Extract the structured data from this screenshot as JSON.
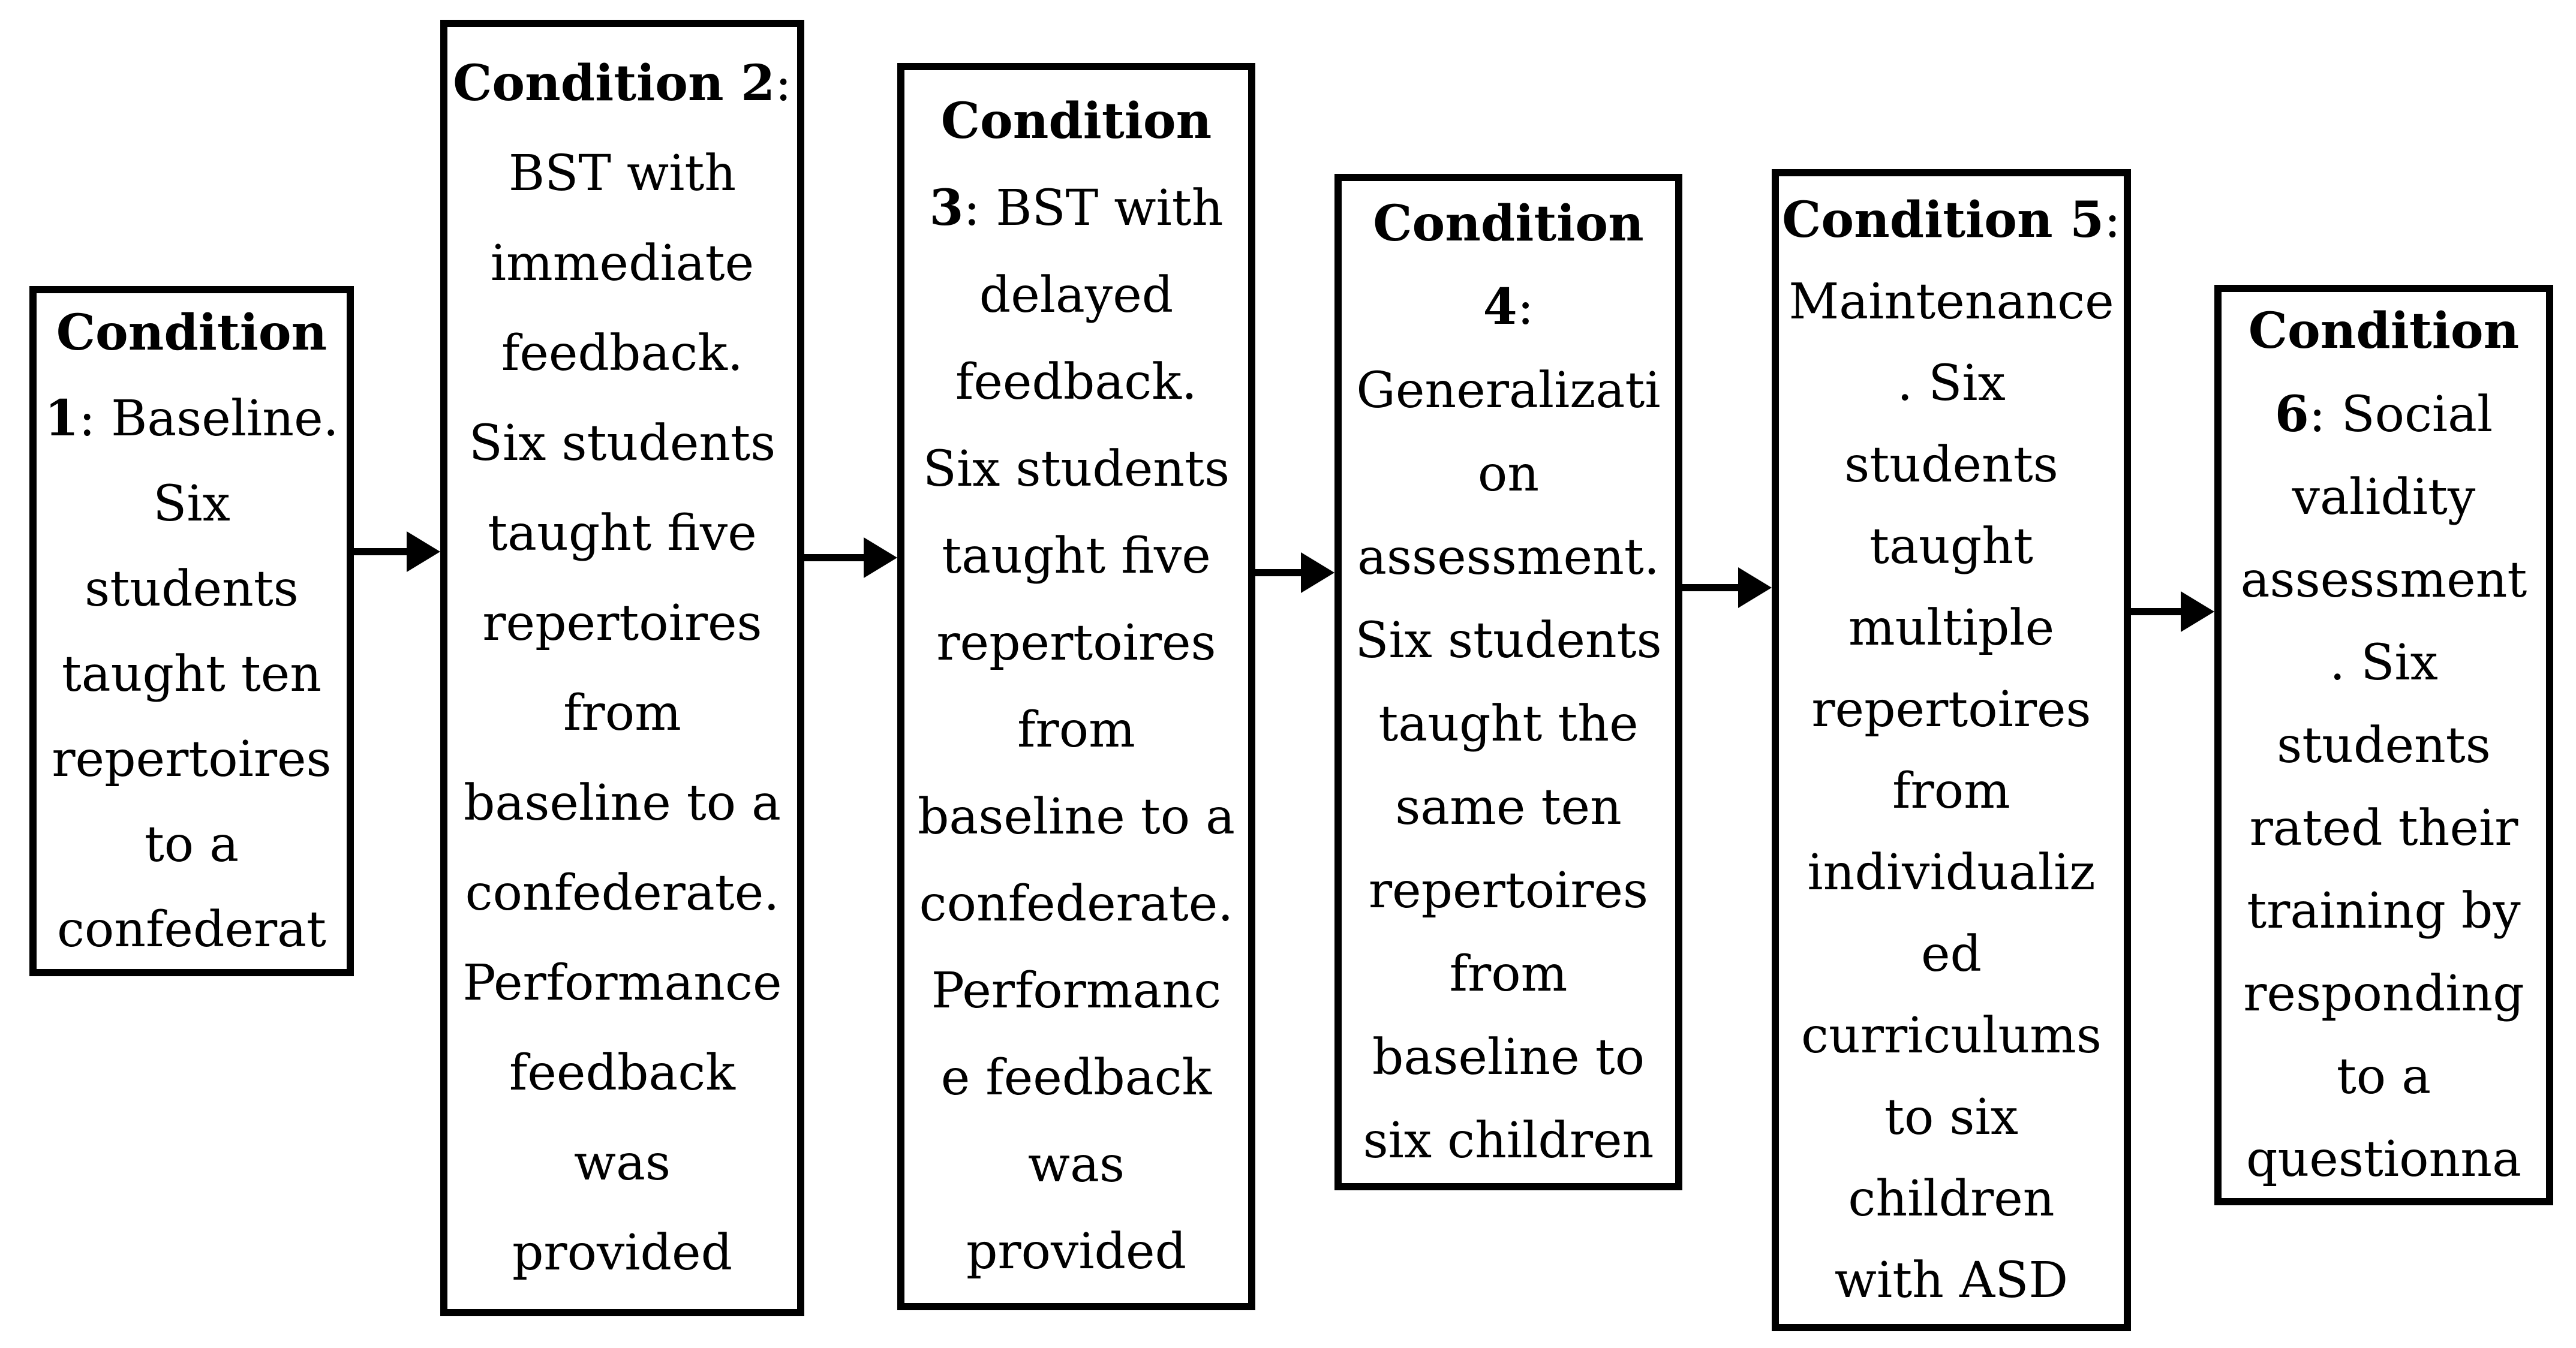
{
  "colors": {
    "background": "#ffffff",
    "text": "#000000",
    "line": "#000000"
  },
  "diagram": {
    "type": "flowchart",
    "direction": "left-to-right",
    "arrow_count": 5,
    "boxes": [
      {
        "id": "condition-1",
        "lines": [
          [
            {
              "bold": true,
              "text": "Condition"
            }
          ],
          [
            {
              "bold": true,
              "text": "1"
            },
            {
              "bold": false,
              "text": ": Baseline."
            }
          ],
          [
            {
              "bold": false,
              "text": "Six"
            }
          ],
          [
            {
              "bold": false,
              "text": "students"
            }
          ],
          [
            {
              "bold": false,
              "text": "taught ten"
            }
          ],
          [
            {
              "bold": false,
              "text": "repertoires"
            }
          ],
          [
            {
              "bold": false,
              "text": "to a"
            }
          ],
          [
            {
              "bold": false,
              "text": "confederat"
            }
          ]
        ]
      },
      {
        "id": "condition-2",
        "lines": [
          [
            {
              "bold": true,
              "text": "Condition 2"
            },
            {
              "bold": false,
              "text": ":"
            }
          ],
          [
            {
              "bold": false,
              "text": "BST with"
            }
          ],
          [
            {
              "bold": false,
              "text": "immediate"
            }
          ],
          [
            {
              "bold": false,
              "text": "feedback."
            }
          ],
          [
            {
              "bold": false,
              "text": "Six students"
            }
          ],
          [
            {
              "bold": false,
              "text": "taught five"
            }
          ],
          [
            {
              "bold": false,
              "text": "repertoires"
            }
          ],
          [
            {
              "bold": false,
              "text": "from"
            }
          ],
          [
            {
              "bold": false,
              "text": "baseline to a"
            }
          ],
          [
            {
              "bold": false,
              "text": "confederate."
            }
          ],
          [
            {
              "bold": false,
              "text": "Performance"
            }
          ],
          [
            {
              "bold": false,
              "text": "feedback"
            }
          ],
          [
            {
              "bold": false,
              "text": "was"
            }
          ],
          [
            {
              "bold": false,
              "text": "provided"
            }
          ]
        ]
      },
      {
        "id": "condition-3",
        "lines": [
          [
            {
              "bold": true,
              "text": "Condition"
            }
          ],
          [
            {
              "bold": true,
              "text": "3"
            },
            {
              "bold": false,
              "text": ": BST with"
            }
          ],
          [
            {
              "bold": false,
              "text": "delayed"
            }
          ],
          [
            {
              "bold": false,
              "text": "feedback."
            }
          ],
          [
            {
              "bold": false,
              "text": "Six students"
            }
          ],
          [
            {
              "bold": false,
              "text": "taught five"
            }
          ],
          [
            {
              "bold": false,
              "text": "repertoires"
            }
          ],
          [
            {
              "bold": false,
              "text": "from"
            }
          ],
          [
            {
              "bold": false,
              "text": "baseline to a"
            }
          ],
          [
            {
              "bold": false,
              "text": "confederate."
            }
          ],
          [
            {
              "bold": false,
              "text": "Performanc"
            }
          ],
          [
            {
              "bold": false,
              "text": "e feedback"
            }
          ],
          [
            {
              "bold": false,
              "text": "was"
            }
          ],
          [
            {
              "bold": false,
              "text": "provided"
            }
          ]
        ]
      },
      {
        "id": "condition-4",
        "lines": [
          [
            {
              "bold": true,
              "text": "Condition"
            }
          ],
          [
            {
              "bold": true,
              "text": "4"
            },
            {
              "bold": false,
              "text": ":"
            }
          ],
          [
            {
              "bold": false,
              "text": "Generalizati"
            }
          ],
          [
            {
              "bold": false,
              "text": "on"
            }
          ],
          [
            {
              "bold": false,
              "text": "assessment."
            }
          ],
          [
            {
              "bold": false,
              "text": "Six students"
            }
          ],
          [
            {
              "bold": false,
              "text": "taught the"
            }
          ],
          [
            {
              "bold": false,
              "text": "same ten"
            }
          ],
          [
            {
              "bold": false,
              "text": "repertoires"
            }
          ],
          [
            {
              "bold": false,
              "text": "from"
            }
          ],
          [
            {
              "bold": false,
              "text": "baseline to"
            }
          ],
          [
            {
              "bold": false,
              "text": "six children"
            }
          ]
        ]
      },
      {
        "id": "condition-5",
        "lines": [
          [
            {
              "bold": true,
              "text": "Condition 5"
            },
            {
              "bold": false,
              "text": ":"
            }
          ],
          [
            {
              "bold": false,
              "text": "Maintenance"
            }
          ],
          [
            {
              "bold": false,
              "text": ". Six"
            }
          ],
          [
            {
              "bold": false,
              "text": "students"
            }
          ],
          [
            {
              "bold": false,
              "text": "taught"
            }
          ],
          [
            {
              "bold": false,
              "text": "multiple"
            }
          ],
          [
            {
              "bold": false,
              "text": "repertoires"
            }
          ],
          [
            {
              "bold": false,
              "text": "from"
            }
          ],
          [
            {
              "bold": false,
              "text": "individualiz"
            }
          ],
          [
            {
              "bold": false,
              "text": "ed"
            }
          ],
          [
            {
              "bold": false,
              "text": "curriculums"
            }
          ],
          [
            {
              "bold": false,
              "text": "to six"
            }
          ],
          [
            {
              "bold": false,
              "text": "children"
            }
          ],
          [
            {
              "bold": false,
              "text": "with ASD"
            }
          ]
        ]
      },
      {
        "id": "condition-6",
        "lines": [
          [
            {
              "bold": true,
              "text": "Condition"
            }
          ],
          [
            {
              "bold": true,
              "text": "6"
            },
            {
              "bold": false,
              "text": ": Social"
            }
          ],
          [
            {
              "bold": false,
              "text": "validity"
            }
          ],
          [
            {
              "bold": false,
              "text": "assessment"
            }
          ],
          [
            {
              "bold": false,
              "text": ". Six"
            }
          ],
          [
            {
              "bold": false,
              "text": "students"
            }
          ],
          [
            {
              "bold": false,
              "text": "rated their"
            }
          ],
          [
            {
              "bold": false,
              "text": "training by"
            }
          ],
          [
            {
              "bold": false,
              "text": "responding"
            }
          ],
          [
            {
              "bold": false,
              "text": "to a"
            }
          ],
          [
            {
              "bold": false,
              "text": "questionna"
            }
          ]
        ]
      }
    ]
  }
}
